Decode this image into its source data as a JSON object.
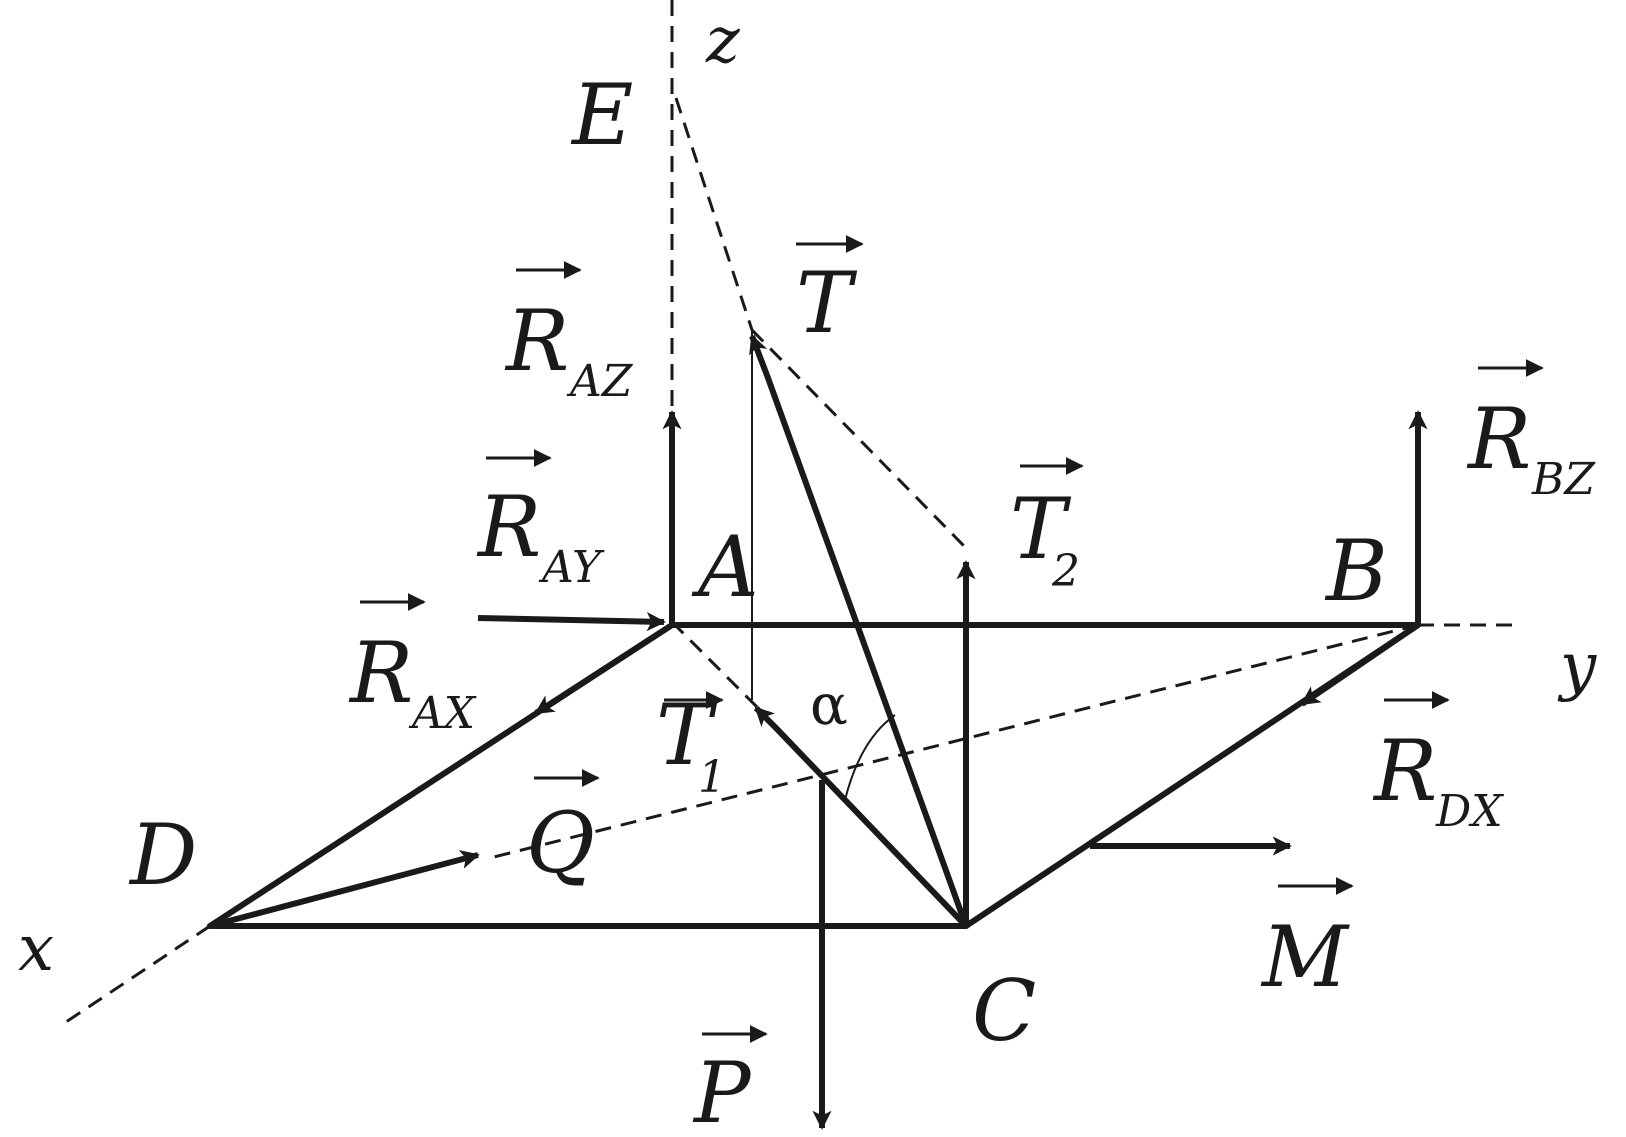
{
  "colors": {
    "ink": "#1a1a1a",
    "background": "#ffffff"
  },
  "axes": {
    "x": "x",
    "y": "y",
    "z": "z"
  },
  "points": {
    "A": "A",
    "B": "B",
    "C": "C",
    "D": "D",
    "E": "E"
  },
  "angle": "α",
  "forces": {
    "T": {
      "main": "T",
      "sub": ""
    },
    "T1": {
      "main": "T",
      "sub": "1"
    },
    "T2": {
      "main": "T",
      "sub": "2"
    },
    "RAZ": {
      "main": "R",
      "sub": "AZ"
    },
    "RAY": {
      "main": "R",
      "sub": "AY"
    },
    "RAX": {
      "main": "R",
      "sub": "AX"
    },
    "RBZ": {
      "main": "R",
      "sub": "BZ"
    },
    "RDX": {
      "main": "R",
      "sub": "DX"
    },
    "Q": {
      "main": "Q",
      "sub": ""
    },
    "P": {
      "main": "P",
      "sub": ""
    },
    "M": {
      "main": "M",
      "sub": ""
    }
  }
}
